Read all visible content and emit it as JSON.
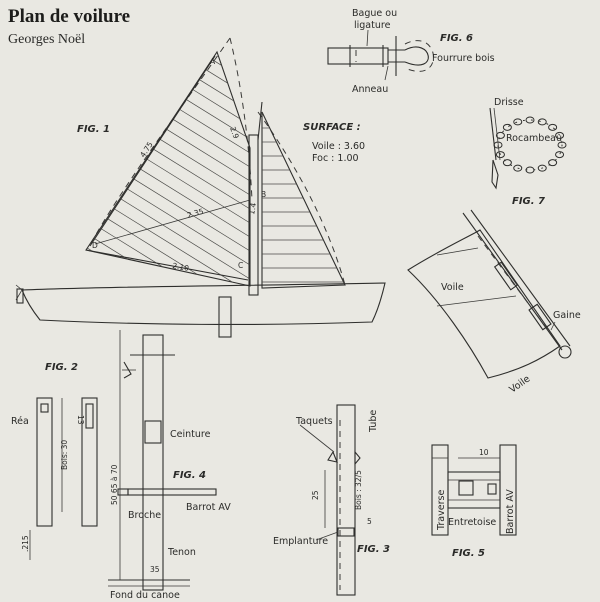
{
  "title": "Plan de voilure",
  "author": "Georges Noël",
  "fig1": {
    "label": "FIG. 1",
    "surface_title": "SURFACE :",
    "voile_label": "Voile : 3.60",
    "foc_label": "Foc  : 1.00",
    "dim_luff": "4.75",
    "dim_diag": "2.35",
    "dim_foot": "2.10",
    "dim_leech": "1.4",
    "dim_head": "2.9",
    "point_a": "A",
    "point_b": "B",
    "point_c": "C",
    "point_d": "D"
  },
  "fig2": {
    "label": "FIG. 2",
    "rea": "Réa",
    "bois_dim": "Bois: 30",
    "dim_13": "13",
    "dim_215": ".215"
  },
  "fig3": {
    "label": "FIG. 3",
    "taquets": "Taquets",
    "tube": "Tube",
    "emplanture": "Emplanture",
    "bois_dim": "Bois : 32/5",
    "dim_25": "25",
    "dim_5": "5"
  },
  "fig4": {
    "label": "FIG. 4",
    "ceinture": "Ceinture",
    "broche": "Broche",
    "barrot": "Barrot AV",
    "tenon": "Tenon",
    "fond": "Fond du canoe",
    "dim_mast": "50 65 à 70",
    "dim_35": "35"
  },
  "fig5": {
    "label": "FIG. 5",
    "traverse": "Traverse",
    "barrot": "Barrot AV",
    "entretoise": "Entretoise",
    "dim_10": "10"
  },
  "fig6": {
    "label": "FIG. 6",
    "bague": "Bague ou",
    "ligature": "ligature",
    "fourrure": "Fourrure bois",
    "anneau": "Anneau"
  },
  "fig7": {
    "label": "FIG. 7",
    "drisse": "Drisse",
    "rocambeau": "Rocambeau"
  },
  "fig8": {
    "voile1": "Voile",
    "voile2": "Voile",
    "gaine": "Gaine"
  }
}
